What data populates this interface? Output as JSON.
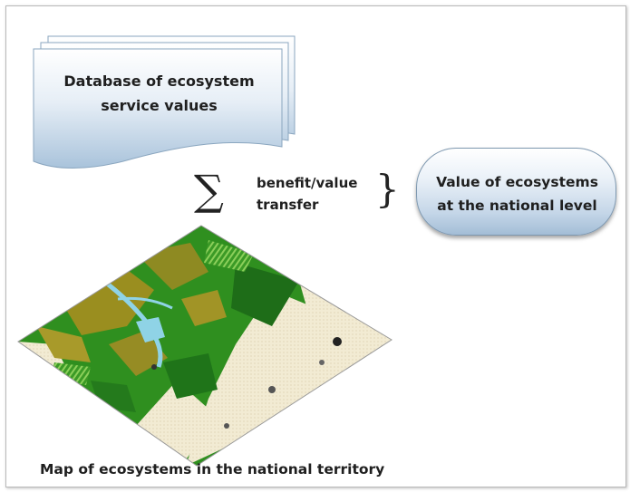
{
  "database": {
    "line1": "Database of ecosystem",
    "line2": "service values"
  },
  "operation": {
    "symbol": "∑",
    "line1": "benefit/value",
    "line2": "transfer",
    "brace": "}"
  },
  "result": {
    "line1": "Value of ecosystems",
    "line2": "at the national level"
  },
  "map": {
    "caption": "Map of ecosystems in the national territory"
  },
  "colors": {
    "doc_fill_top": "#ffffff",
    "doc_fill_bottom": "#a9c3db",
    "forest": "#2f8f1f",
    "forest_dark": "#1e6d18",
    "olive": "#9a8e1f",
    "agri": "#f1ead2",
    "water": "#8fd3e6",
    "urban": "#555555"
  }
}
